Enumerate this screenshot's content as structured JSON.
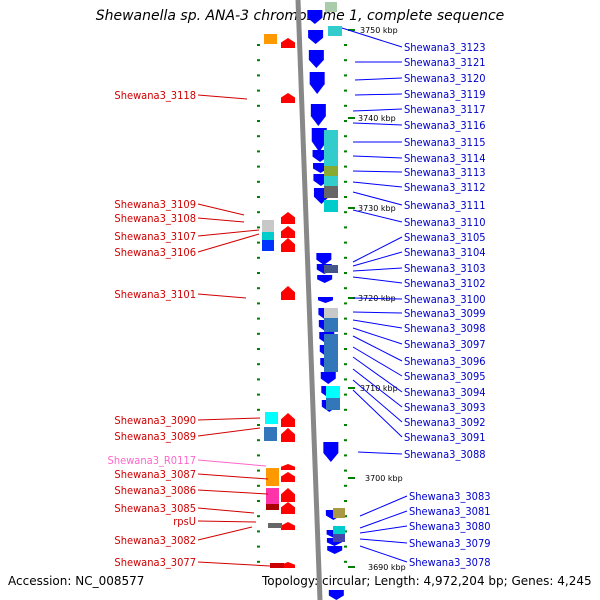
{
  "title": "Shewanella sp. ANA-3 chromosome 1, complete sequence",
  "footer": {
    "accession": "Accession: NC_008577",
    "summary": "Topology: circular; Length: 4,972,204 bp; Genes: 4,245"
  },
  "colors": {
    "forward": "#ff0000",
    "reverse": "#0000ff",
    "rna": "#ff66cc",
    "backbone": "#888888",
    "tick": "#008000"
  },
  "ticks": [
    "3750 kbp",
    "3740 kbp",
    "3730 kbp",
    "3720 kbp",
    "3710 kbp",
    "3700 kbp",
    "3690 kbp"
  ],
  "left_labels": [
    {
      "text": "Shewana3_3118",
      "color": "#d00000"
    },
    {
      "text": "Shewana3_3109",
      "color": "#d00000"
    },
    {
      "text": "Shewana3_3108",
      "color": "#d00000"
    },
    {
      "text": "Shewana3_3107",
      "color": "#d00000"
    },
    {
      "text": "Shewana3_3106",
      "color": "#d00000"
    },
    {
      "text": "Shewana3_3101",
      "color": "#d00000"
    },
    {
      "text": "Shewana3_3090",
      "color": "#d00000"
    },
    {
      "text": "Shewana3_3089",
      "color": "#d00000"
    },
    {
      "text": "Shewana3_R0117",
      "color": "#ff66cc"
    },
    {
      "text": "Shewana3_3087",
      "color": "#d00000"
    },
    {
      "text": "Shewana3_3086",
      "color": "#d00000"
    },
    {
      "text": "Shewana3_3085",
      "color": "#d00000"
    },
    {
      "text": "rpsU",
      "color": "#d00000"
    },
    {
      "text": "Shewana3_3082",
      "color": "#d00000"
    },
    {
      "text": "Shewana3_3077",
      "color": "#d00000"
    }
  ],
  "right_labels": [
    {
      "text": "Shewana3_3123"
    },
    {
      "text": "Shewana3_3121"
    },
    {
      "text": "Shewana3_3120"
    },
    {
      "text": "Shewana3_3119"
    },
    {
      "text": "Shewana3_3117"
    },
    {
      "text": "Shewana3_3116"
    },
    {
      "text": "Shewana3_3115"
    },
    {
      "text": "Shewana3_3114"
    },
    {
      "text": "Shewana3_3113"
    },
    {
      "text": "Shewana3_3112"
    },
    {
      "text": "Shewana3_3111"
    },
    {
      "text": "Shewana3_3110"
    },
    {
      "text": "Shewana3_3105"
    },
    {
      "text": "Shewana3_3104"
    },
    {
      "text": "Shewana3_3103"
    },
    {
      "text": "Shewana3_3102"
    },
    {
      "text": "Shewana3_3100"
    },
    {
      "text": "Shewana3_3099"
    },
    {
      "text": "Shewana3_3098"
    },
    {
      "text": "Shewana3_3097"
    },
    {
      "text": "Shewana3_3096"
    },
    {
      "text": "Shewana3_3095"
    },
    {
      "text": "Shewana3_3094"
    },
    {
      "text": "Shewana3_3093"
    },
    {
      "text": "Shewana3_3092"
    },
    {
      "text": "Shewana3_3091"
    },
    {
      "text": "Shewana3_3088"
    },
    {
      "text": "Shewana3_3083"
    },
    {
      "text": "Shewana3_3081"
    },
    {
      "text": "Shewana3_3080"
    },
    {
      "text": "Shewana3_3079"
    },
    {
      "text": "Shewana3_3078"
    }
  ]
}
